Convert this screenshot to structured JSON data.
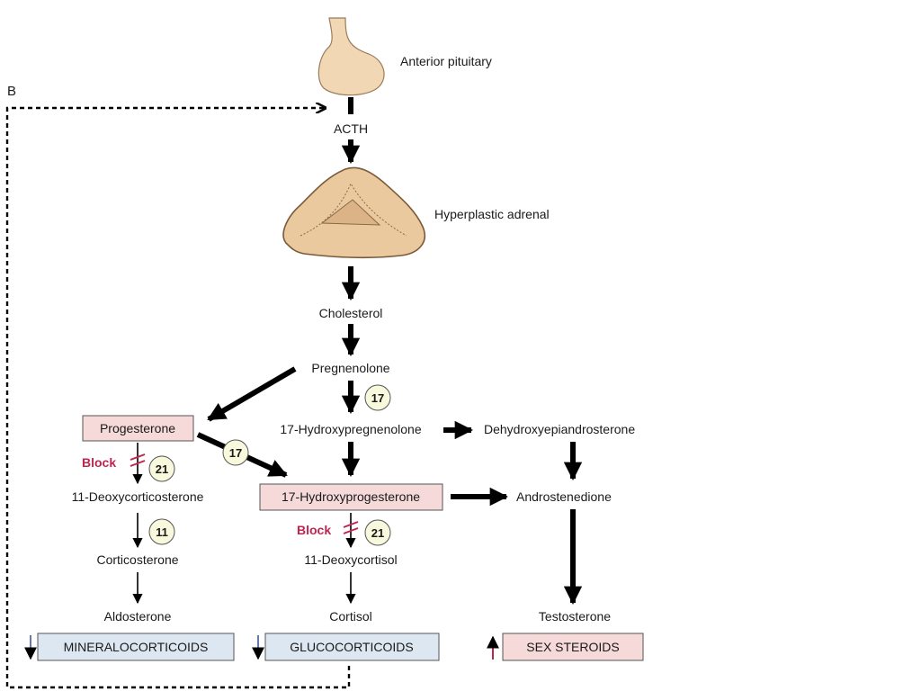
{
  "panel_label": "B",
  "labels": {
    "anterior_pituitary": "Anterior pituitary",
    "acth": "ACTH",
    "hyperplastic_adrenal": "Hyperplastic adrenal",
    "cholesterol": "Cholesterol",
    "pregnenolone": "Pregnenolone",
    "hydroxypregnenolone": "17-Hydroxypregnenolone",
    "dehydroepiandrosterone": "Dehydroxyepiandrosterone",
    "progesterone": "Progesterone",
    "hydroxyprogesterone": "17-Hydroxyprogesterone",
    "androstenedione": "Androstenedione",
    "deoxycorticosterone": "11-Deoxycorticosterone",
    "deoxycortisol": "11-Deoxycortisol",
    "corticosterone": "Corticosterone",
    "aldosterone": "Aldosterone",
    "cortisol": "Cortisol",
    "testosterone": "Testosterone"
  },
  "enzymes": {
    "e17_a": "17",
    "e17_b": "17",
    "e21_a": "21",
    "e21_b": "21",
    "e11": "11"
  },
  "block_text": "Block",
  "outputs": {
    "mineralocorticoids": "MINERALOCORTICOIDS",
    "glucocorticoids": "GLUCOCORTICOIDS",
    "sex_steroids": "SEX STEROIDS"
  },
  "colors": {
    "pink_box": "#f6d9d9",
    "blue_box": "#dde7f2",
    "block_red": "#c0254f",
    "enzyme_circle": "#f7f8dc",
    "gland_fill": "#f1d7b4",
    "adrenal_fill": "#ebc99e",
    "down_arrow_blue": "#6a7aa8",
    "up_arrow_red": "#c0254f"
  }
}
